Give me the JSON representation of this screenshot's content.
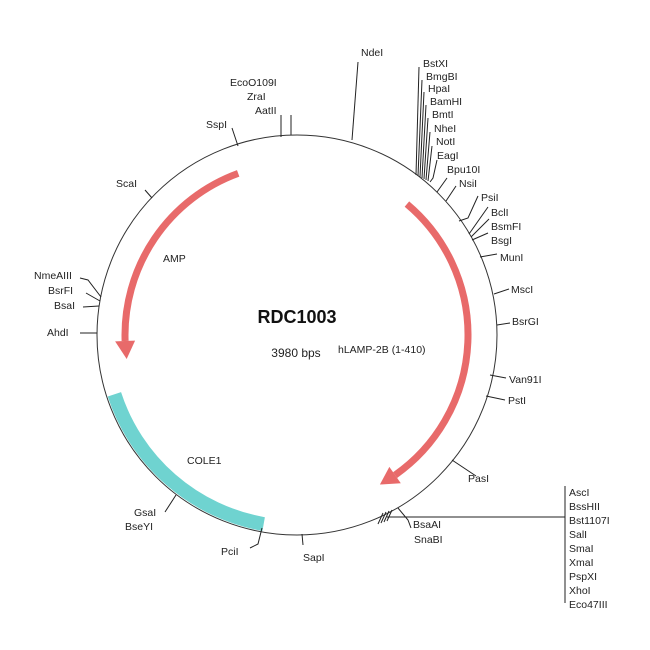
{
  "plasmid": {
    "name": "RDC1003",
    "size": "3980 bps"
  },
  "features": {
    "amp": {
      "label": "AMP",
      "color": "#e86a6a"
    },
    "hlamp": {
      "label": "hLAMP-2B (1-410)",
      "color": "#e86a6a"
    },
    "cole1": {
      "label": "COLE1",
      "color": "#6fd3d0"
    }
  },
  "sites": {
    "ndei": "NdeI",
    "ecoo109i": "EcoO109I",
    "zrai": "ZraI",
    "aatii": "AatII",
    "sspi": "SspI",
    "scai": "ScaI",
    "nmeaiii": "NmeAIII",
    "bsrfi": "BsrFI",
    "bsai": "BsaI",
    "ahdi": "AhdI",
    "gsai": "GsaI",
    "bseyi": "BseYI",
    "pcii": "PciI",
    "sapi": "SapI",
    "bsaai": "BsaAI",
    "snabi": "SnaBI",
    "pasi": "PasI",
    "psti": "PstI",
    "van91i": "Van91I",
    "bsrgi": "BsrGI",
    "msci": "MscI",
    "muni": "MunI",
    "bsgi": "BsgI",
    "bsmfi": "BsmFI",
    "bcli": "BclI",
    "psii": "PsiI",
    "nsii": "NsiI",
    "bpu10i": "Bpu10I",
    "eagi": "EagI",
    "noti": "NotI",
    "nhei": "NheI",
    "bmti": "BmtI",
    "bamhi": "BamHI",
    "hpai": "HpaI",
    "bmgbi": "BmgBI",
    "bstxi": "BstXI"
  },
  "mcs_cluster": [
    "AscI",
    "BssHII",
    "Bst1107I",
    "SalI",
    "SmaI",
    "XmaI",
    "PspXI",
    "XhoI",
    "Eco47III"
  ]
}
